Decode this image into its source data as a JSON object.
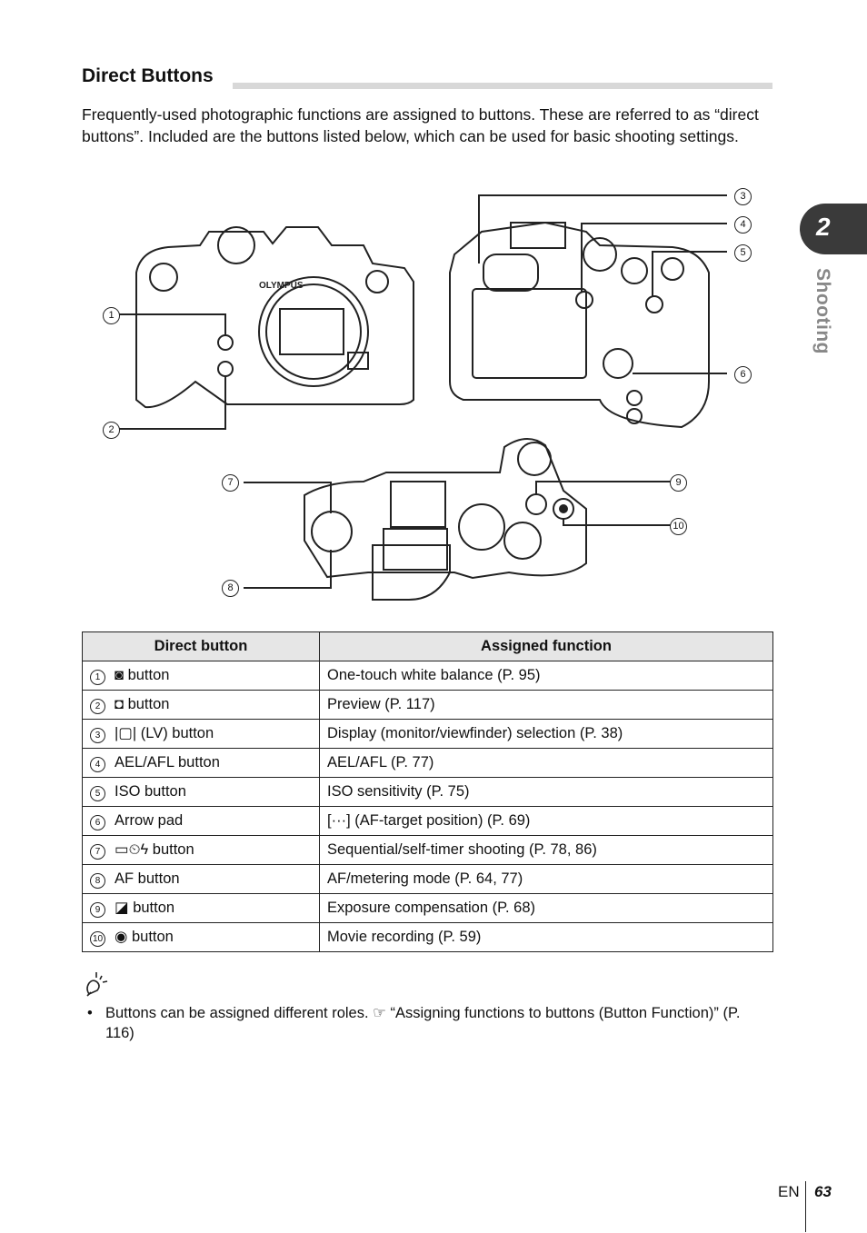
{
  "section": {
    "title": "Direct Buttons",
    "intro": "Frequently-used photographic functions are assigned to buttons. These are referred to as “direct buttons”. Included are the buttons listed below, which can be used for basic shooting settings."
  },
  "figure": {
    "brand": "OLYMPUS",
    "callouts": [
      "1",
      "2",
      "3",
      "4",
      "5",
      "6",
      "7",
      "8",
      "9",
      "10"
    ]
  },
  "table": {
    "headers": [
      "Direct button",
      "Assigned function"
    ],
    "rows": [
      {
        "num": "1",
        "button": "button",
        "function": "One-touch white balance (P. 95)"
      },
      {
        "num": "2",
        "button": "button",
        "function": "Preview (P. 117)"
      },
      {
        "num": "3",
        "button": "(LV) button",
        "function": "Display (monitor/viewfinder) selection (P. 38)"
      },
      {
        "num": "4",
        "button": "AEL/AFL button",
        "function": "AEL/AFL (P. 77)"
      },
      {
        "num": "5",
        "button": "ISO button",
        "function": "ISO sensitivity (P. 75)"
      },
      {
        "num": "6",
        "button": "Arrow pad",
        "function": "[···] (AF-target position) (P. 69)"
      },
      {
        "num": "7",
        "button": "button",
        "function": "Sequential/self-timer shooting (P. 78, 86)"
      },
      {
        "num": "8",
        "button": "AF button",
        "function": "AF/metering mode (P. 64, 77)"
      },
      {
        "num": "9",
        "button": "button",
        "function": "Exposure compensation (P. 68)"
      },
      {
        "num": "10",
        "button": "button",
        "function": "Movie recording (P. 59)"
      }
    ]
  },
  "tip": {
    "icon": "lightbulb-tip-icon",
    "text": "Buttons can be assigned different roles. ☞ “Assigning functions to buttons (Button Function)” (P. 116)"
  },
  "sidebar": {
    "chapter": "2",
    "label": "Shooting"
  },
  "footer": {
    "lang": "EN",
    "page": "63"
  }
}
